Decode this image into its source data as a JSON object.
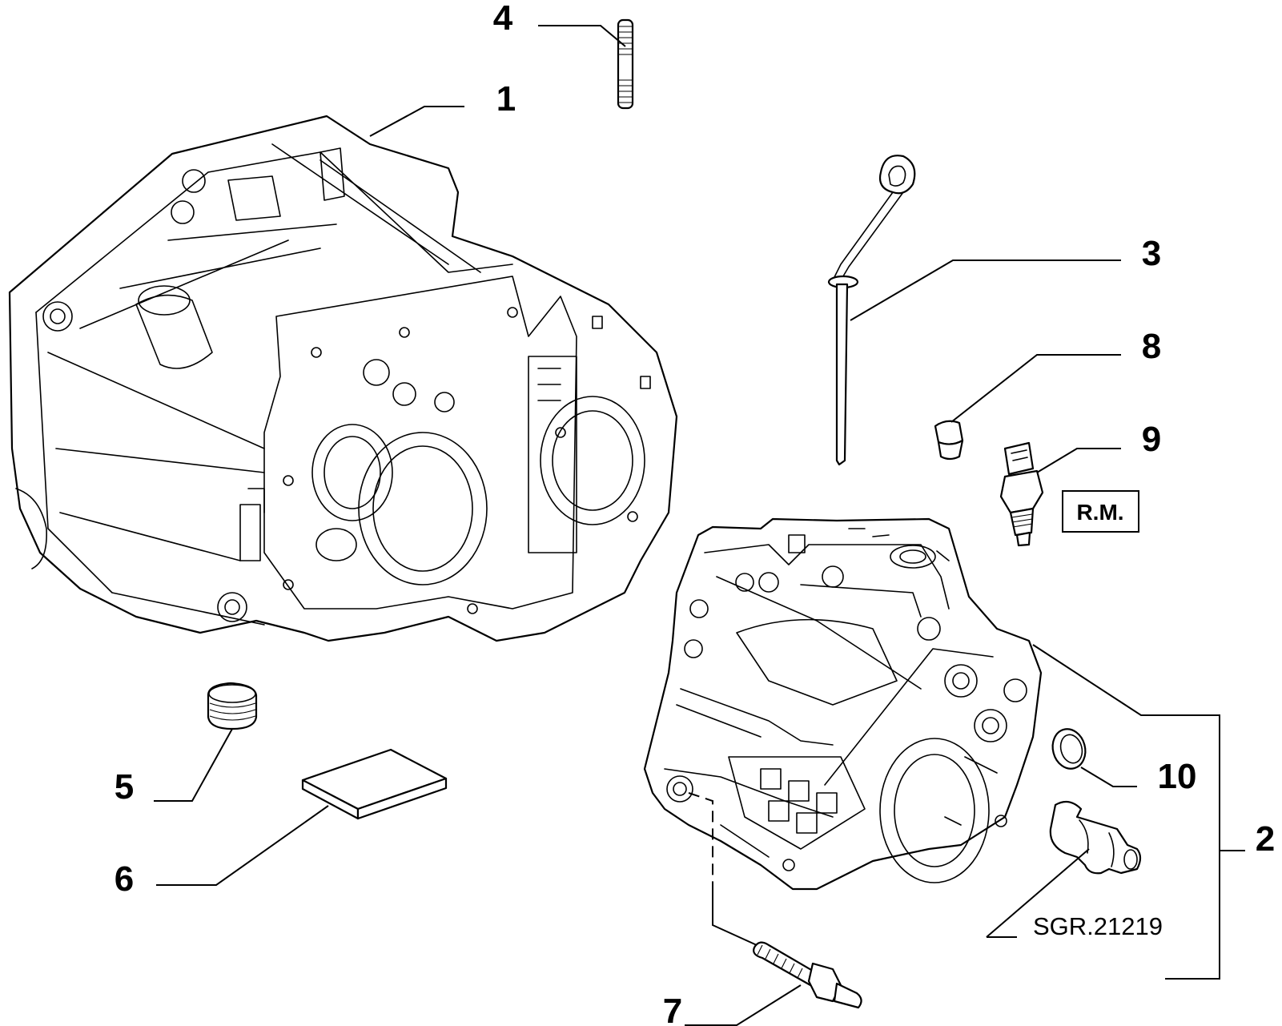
{
  "callouts": {
    "c1": "1",
    "c2": "2",
    "c3": "3",
    "c4": "4",
    "c5": "5",
    "c6": "6",
    "c7": "7",
    "c8": "8",
    "c9": "9",
    "c10": "10"
  },
  "rm_label": "R.M.",
  "drawing_ref": "SGR.21219"
}
